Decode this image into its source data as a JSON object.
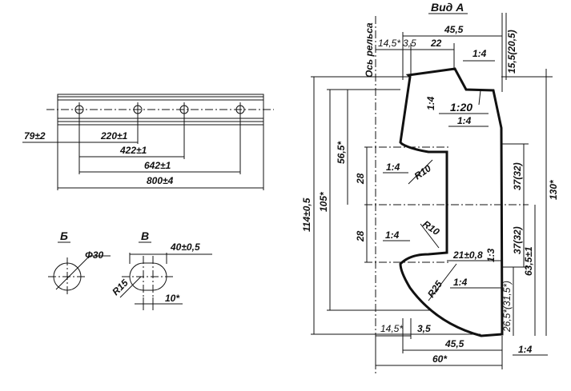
{
  "plate": {
    "dim_offset": "79±2",
    "hole_dims": [
      "220±1",
      "422±1",
      "642±1"
    ],
    "length": "800±4"
  },
  "hole_b": {
    "label": "Б",
    "diameter": "Φ30"
  },
  "hole_v": {
    "label": "В",
    "length": "40±0,5",
    "radius": "R15",
    "width": "10*"
  },
  "section": {
    "title": "Вид А",
    "axis_label": "Ось рельса",
    "top": {
      "width_total": "45,5",
      "offset": "14,5*",
      "gap": "3,5",
      "head": "22",
      "slope": "1:4",
      "right": "15,5(20,5)"
    },
    "left_dims": {
      "overall": "114±0,5",
      "inner": "105*",
      "upper": "56,5*",
      "mid_upper": "28",
      "mid_lower": "28"
    },
    "right_dims": {
      "height": "130*",
      "upper": "37(32)",
      "lower": "37(32)",
      "low": "63,5±1",
      "base": "26,5*(31,5*)"
    },
    "slopes": [
      "1:4",
      "1:20",
      "1:4",
      "1:4",
      "1:4",
      "1:4",
      "1:4",
      "1:3"
    ],
    "radii": [
      "R10",
      "R10",
      "R25"
    ],
    "bottom": {
      "offset": "14,5*",
      "gap": "3,5",
      "width": "45,5",
      "total": "60*"
    },
    "neck": "21±0,8"
  }
}
